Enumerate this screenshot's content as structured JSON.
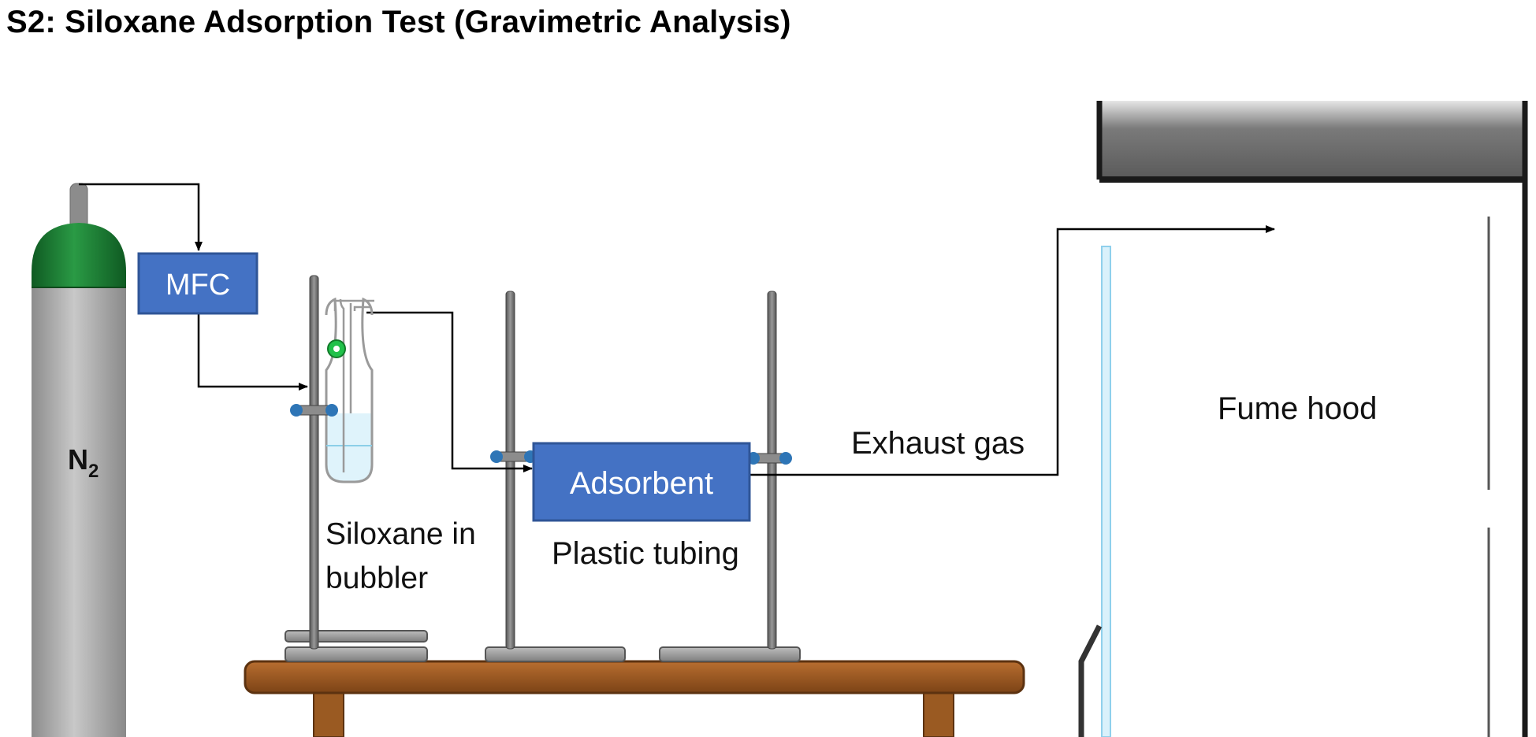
{
  "title": "S2: Siloxane Adsorption Test (Gravimetric Analysis)",
  "labels": {
    "n2": "N",
    "n2_subscript": "2",
    "mfc": "MFC",
    "siloxane_line1": "Siloxane in",
    "siloxane_line2": "bubbler",
    "adsorbent": "Adsorbent",
    "plastic_tubing": "Plastic tubing",
    "exhaust_gas": "Exhaust gas",
    "fume_hood": "Fume hood"
  },
  "colors": {
    "box_fill": "#4472c4",
    "box_stroke": "#2f5597",
    "cylinder_cap": "#1f7a34",
    "cylinder_body": "#a6a6a6",
    "bench": "#9c5a24",
    "clamp_knob": "#2e75b6",
    "hood_glass": "#bfe4f5"
  }
}
